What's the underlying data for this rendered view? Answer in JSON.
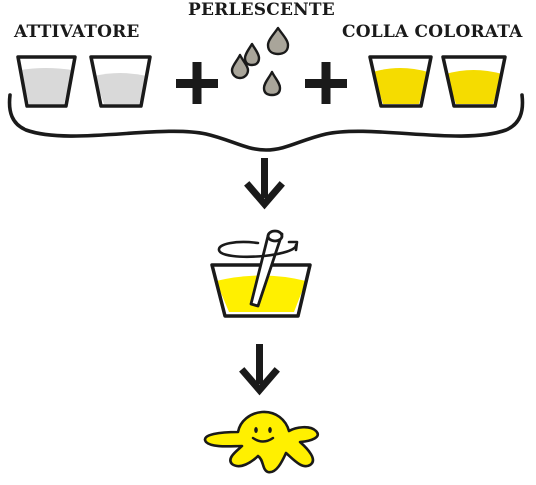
{
  "labels": {
    "activator": "ATTIVATORE",
    "pearlescent": "PERLESCENTE",
    "colored_glue": "COLLA COLORATA"
  },
  "colors": {
    "stroke": "#1a1a1a",
    "activator_fill": "#d9d9d9",
    "glue_fill": "#f5dc00",
    "pearl_fill": "#a9a59a",
    "slime_fill": "#fff000"
  },
  "icons": {
    "cups_activator": "cup-icon",
    "cups_glue": "cup-icon",
    "pearl_drops": "drop-icon",
    "plus": "plus-icon",
    "arrow": "arrow-down-icon",
    "bowl": "mixing-bowl-icon",
    "slime": "smiling-slime-icon"
  }
}
